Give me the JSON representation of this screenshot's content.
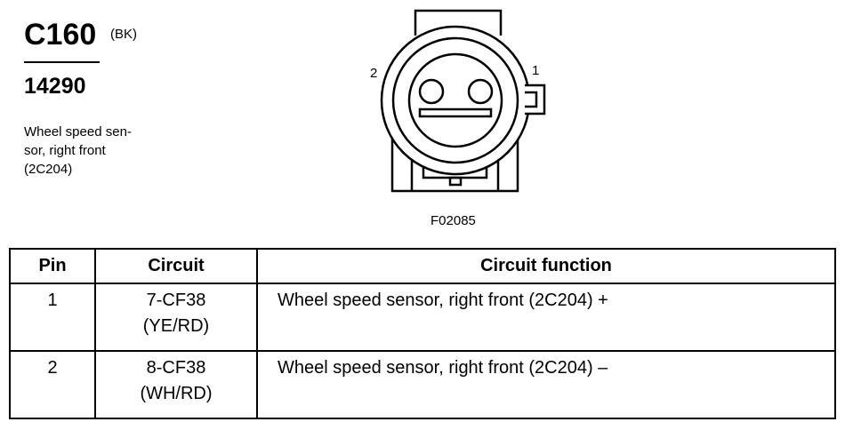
{
  "connector": {
    "id": "C160",
    "color_code": "(BK)",
    "part_number": "14290",
    "description_lines": [
      "Wheel speed sen-",
      "sor, right front",
      "(2C204)"
    ]
  },
  "diagram": {
    "pin_left": "2",
    "pin_right": "1",
    "figure_id": "F02085"
  },
  "table": {
    "headers": [
      "Pin",
      "Circuit",
      "Circuit function"
    ],
    "rows": [
      {
        "pin": "1",
        "circuit": "7-CF38",
        "wire_color": "(YE/RD)",
        "function": "Wheel speed sensor, right front (2C204) +"
      },
      {
        "pin": "2",
        "circuit": "8-CF38",
        "wire_color": "(WH/RD)",
        "function": "Wheel speed sensor, right front (2C204) –"
      }
    ]
  }
}
